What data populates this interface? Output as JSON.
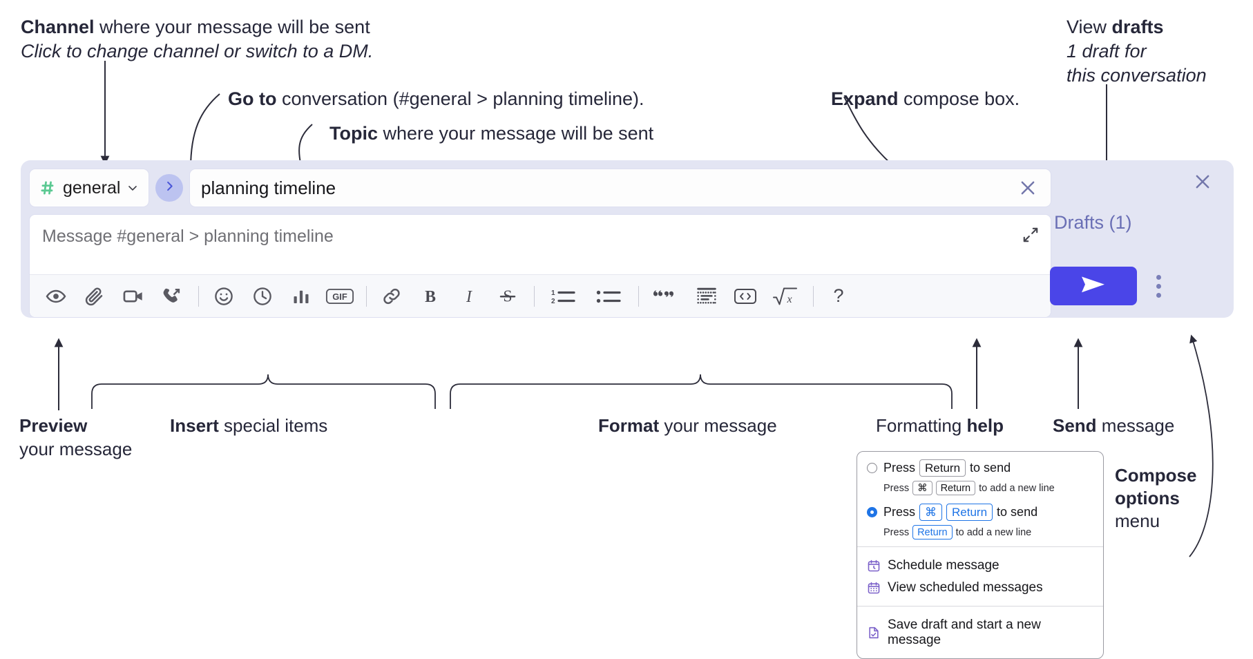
{
  "annotations": {
    "channel": {
      "bold": "Channel",
      "rest": " where your message will be sent",
      "italic": "Click to change channel or switch to a DM."
    },
    "goto": {
      "bold": "Go to",
      "rest": " conversation (#general > planning timeline)."
    },
    "topic": {
      "bold": "Topic",
      "rest": " where your message will be sent"
    },
    "expand": {
      "bold": "Expand",
      "rest": " compose box."
    },
    "drafts": {
      "plain": "View ",
      "bold": "drafts",
      "italic1": "1 draft for",
      "italic2": "this conversation"
    },
    "preview": {
      "bold": "Preview",
      "line2": "your message"
    },
    "insert": {
      "bold": "Insert",
      "rest": " special items"
    },
    "format": {
      "bold": "Format",
      "rest": " your message"
    },
    "help": {
      "plain": "Formatting ",
      "bold": "help"
    },
    "send": {
      "bold": "Send",
      "rest": " message"
    },
    "composeoptions": {
      "bold1": "Compose",
      "bold2": "options",
      "plain": "menu"
    }
  },
  "compose": {
    "channel": {
      "name": "general",
      "hash_icon": "hash-icon",
      "chevron_icon": "chevron-down-icon",
      "hash_color": "#5bc992"
    },
    "goto_button": {
      "icon": "chevron-right-icon",
      "bg": "#bcc3f0",
      "color": "#4a56d8"
    },
    "topic": {
      "value": "planning timeline",
      "clear_icon": "close-icon"
    },
    "editor": {
      "placeholder": "Message #general > planning timeline",
      "expand_icon": "expand-diagonal-icon"
    },
    "toolbar": [
      {
        "name": "preview-icon",
        "label": "Preview"
      },
      {
        "name": "attachment-icon",
        "label": "Attach file"
      },
      {
        "name": "video-camera-icon",
        "label": "Record video clip"
      },
      {
        "name": "phone-arrow-icon",
        "label": "Record audio clip"
      },
      {
        "separator": true
      },
      {
        "name": "emoji-icon",
        "label": "Emoji"
      },
      {
        "name": "clock-icon",
        "label": "Recent"
      },
      {
        "name": "poll-bar-chart-icon",
        "label": "Poll"
      },
      {
        "name": "gif-icon",
        "label": "GIF"
      },
      {
        "separator": true
      },
      {
        "name": "link-icon",
        "label": "Link"
      },
      {
        "name": "bold-icon",
        "label": "B"
      },
      {
        "name": "italic-icon",
        "label": "I"
      },
      {
        "name": "strikethrough-icon",
        "label": "S"
      },
      {
        "separator": true
      },
      {
        "name": "ordered-list-icon",
        "label": "Ordered list"
      },
      {
        "name": "bulleted-list-icon",
        "label": "Bulleted list"
      },
      {
        "separator": true
      },
      {
        "name": "blockquote-icon",
        "label": "Blockquote"
      },
      {
        "name": "code-block-icon",
        "label": "Code block"
      },
      {
        "name": "code-icon",
        "label": "Code"
      },
      {
        "name": "math-sqrt-icon",
        "label": "Math"
      },
      {
        "separator": true
      },
      {
        "name": "question-mark-icon",
        "label": "?"
      }
    ],
    "right": {
      "close_icon": "close-icon",
      "drafts_label": "Drafts (1)",
      "drafts_color": "#6a6fb5",
      "send_icon": "send-paper-plane-icon",
      "send_bg": "#4a45e8",
      "kebab_icon": "kebab-vertical-icon"
    },
    "panel_bg": "#e3e5f3"
  },
  "menu": {
    "option1": {
      "selected": false,
      "pre": "Press",
      "key": "Return",
      "post": "to send",
      "sub_pre": "Press",
      "sub_key1": "⌘",
      "sub_key2": "Return",
      "sub_post": "to add a new line"
    },
    "option2": {
      "selected": true,
      "pre": "Press",
      "key1": "⌘",
      "key2": "Return",
      "post": "to send",
      "sub_pre": "Press",
      "sub_key": "Return",
      "sub_post": "to add a new line"
    },
    "items": [
      {
        "icon": "calendar-clock-icon",
        "label": "Schedule message"
      },
      {
        "icon": "calendar-grid-icon",
        "label": "View scheduled messages"
      },
      {
        "icon": "document-check-icon",
        "label": "Save draft and start a new message"
      }
    ],
    "icon_color": "#7b61c9"
  }
}
